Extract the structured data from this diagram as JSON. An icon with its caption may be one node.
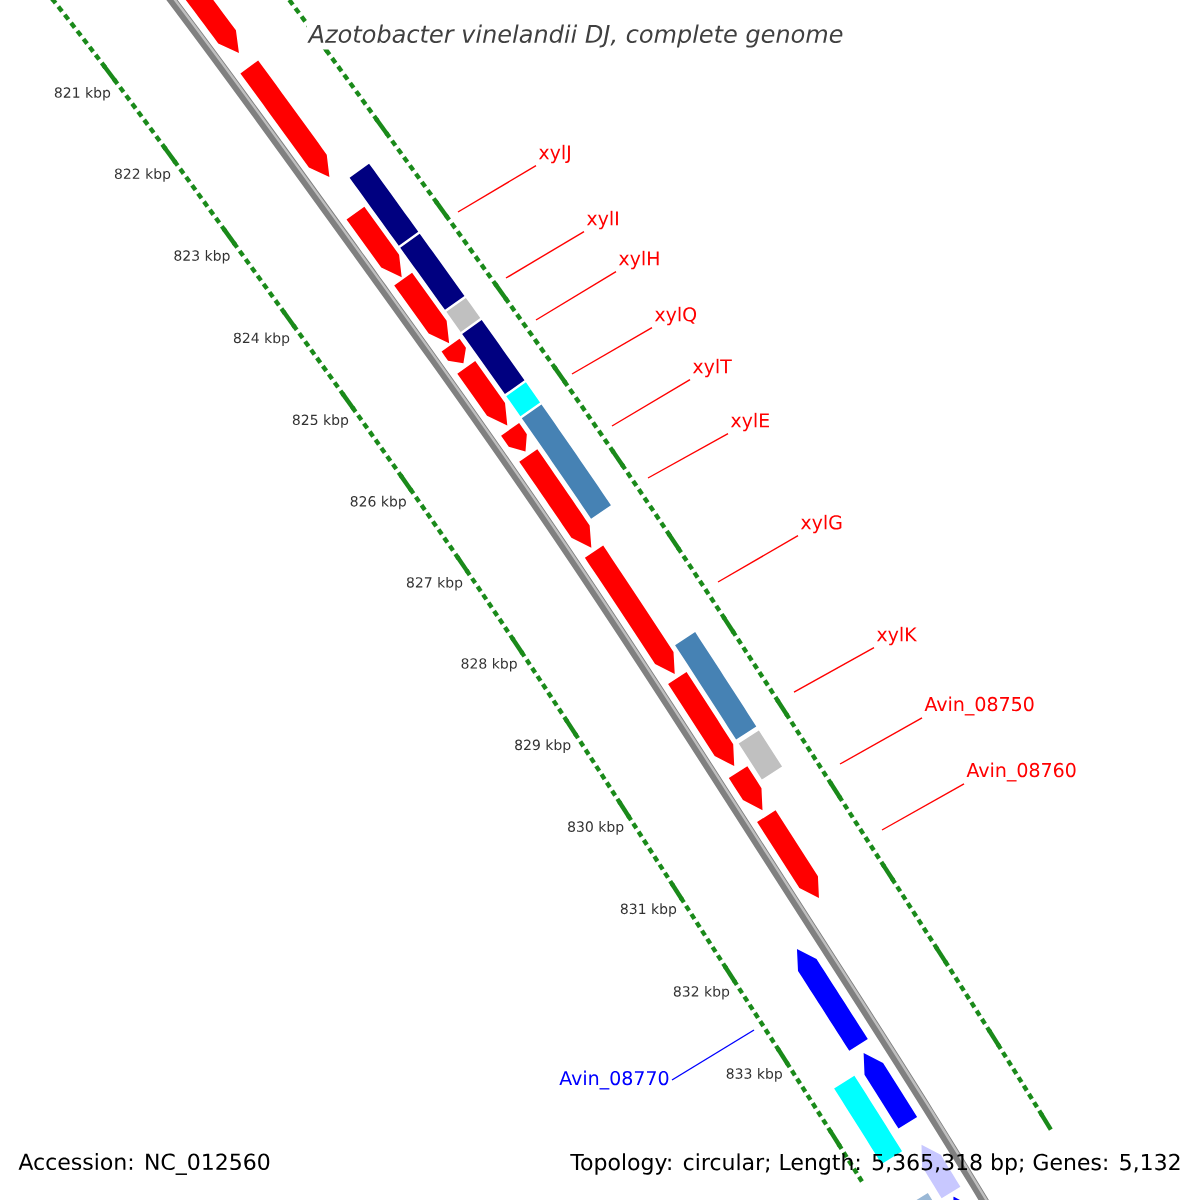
{
  "diagram": {
    "title": "Azotobacter vinelandii DJ, complete genome",
    "nodes": [
      {
        "text": [
          "xylJ"
        ]
      },
      {
        "text": [
          "xylI"
        ]
      },
      {
        "text": [
          "xylH"
        ]
      },
      {
        "text": [
          "xylQ"
        ]
      },
      {
        "text": [
          "xylT"
        ]
      },
      {
        "text": [
          "xylE"
        ]
      },
      {
        "text": [
          "xylG"
        ]
      },
      {
        "text": [
          "xylK"
        ]
      },
      {
        "text": [
          "Avin_08750"
        ]
      },
      {
        "text": [
          "Avin_08760"
        ]
      },
      {
        "text": [
          "Avin_08770"
        ]
      }
    ],
    "edges": [
      {
        "from": 0,
        "to": null,
        "arrow": "none"
      },
      {
        "from": 1,
        "to": null,
        "arrow": "none"
      },
      {
        "from": 2,
        "to": null,
        "arrow": "none"
      },
      {
        "from": 3,
        "to": null,
        "arrow": "none"
      },
      {
        "from": 4,
        "to": null,
        "arrow": "none"
      },
      {
        "from": 5,
        "to": null,
        "arrow": "none"
      },
      {
        "from": 6,
        "to": null,
        "arrow": "none"
      },
      {
        "from": 7,
        "to": null,
        "arrow": "none"
      },
      {
        "from": 8,
        "to": null,
        "arrow": "none"
      },
      {
        "from": 9,
        "to": null,
        "arrow": "none"
      },
      {
        "from": 10,
        "to": null,
        "arrow": "none",
        "color": "#0000ff"
      }
    ],
    "labels": [
      "821 kbp",
      "822 kbp",
      "823 kbp",
      "824 kbp",
      "825 kbp",
      "826 kbp",
      "827 kbp",
      "828 kbp",
      "829 kbp",
      "830 kbp",
      "831 kbp",
      "832 kbp",
      "833 kbp",
      "Accession: NC_012560",
      "Topology: circular; Length: 5,365,318 bp; Genes: 5,132"
    ]
  }
}
